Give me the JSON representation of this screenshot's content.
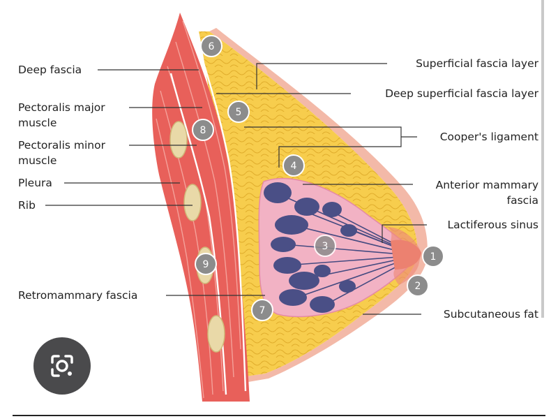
{
  "labels": {
    "deep_fascia": "Deep fascia",
    "pectoralis_major_1": "Pectoralis major",
    "pectoralis_major_2": "muscle",
    "pectoralis_minor_1": "Pectoralis minor",
    "pectoralis_minor_2": "muscle",
    "pleura": "Pleura",
    "rib": "Rib",
    "retromammary_fascia": "Retromammary fascia",
    "superficial_fascia_layer": "Superficial fascia layer",
    "deep_superficial_fascia_layer": "Deep superficial fascia layer",
    "coopers_ligament": "Cooper's ligament",
    "anterior_mammary_fascia_1": "Anterior mammary",
    "anterior_mammary_fascia_2": "fascia",
    "lactiferous_sinus": "Lactiferous sinus",
    "subcutaneous_fat": "Subcutaneous fat"
  },
  "markers": [
    "1",
    "2",
    "3",
    "4",
    "5",
    "6",
    "7",
    "8",
    "9"
  ],
  "colors": {
    "fat": "#f6c944",
    "muscle": "#e8605a",
    "skin": "#f3b9a8",
    "gland": "#f2b2c4",
    "lobule": "#4a4f86",
    "marker": "#8c8c8c",
    "leader": "#333333"
  },
  "icons": {
    "lens_button": "google-lens-icon"
  }
}
